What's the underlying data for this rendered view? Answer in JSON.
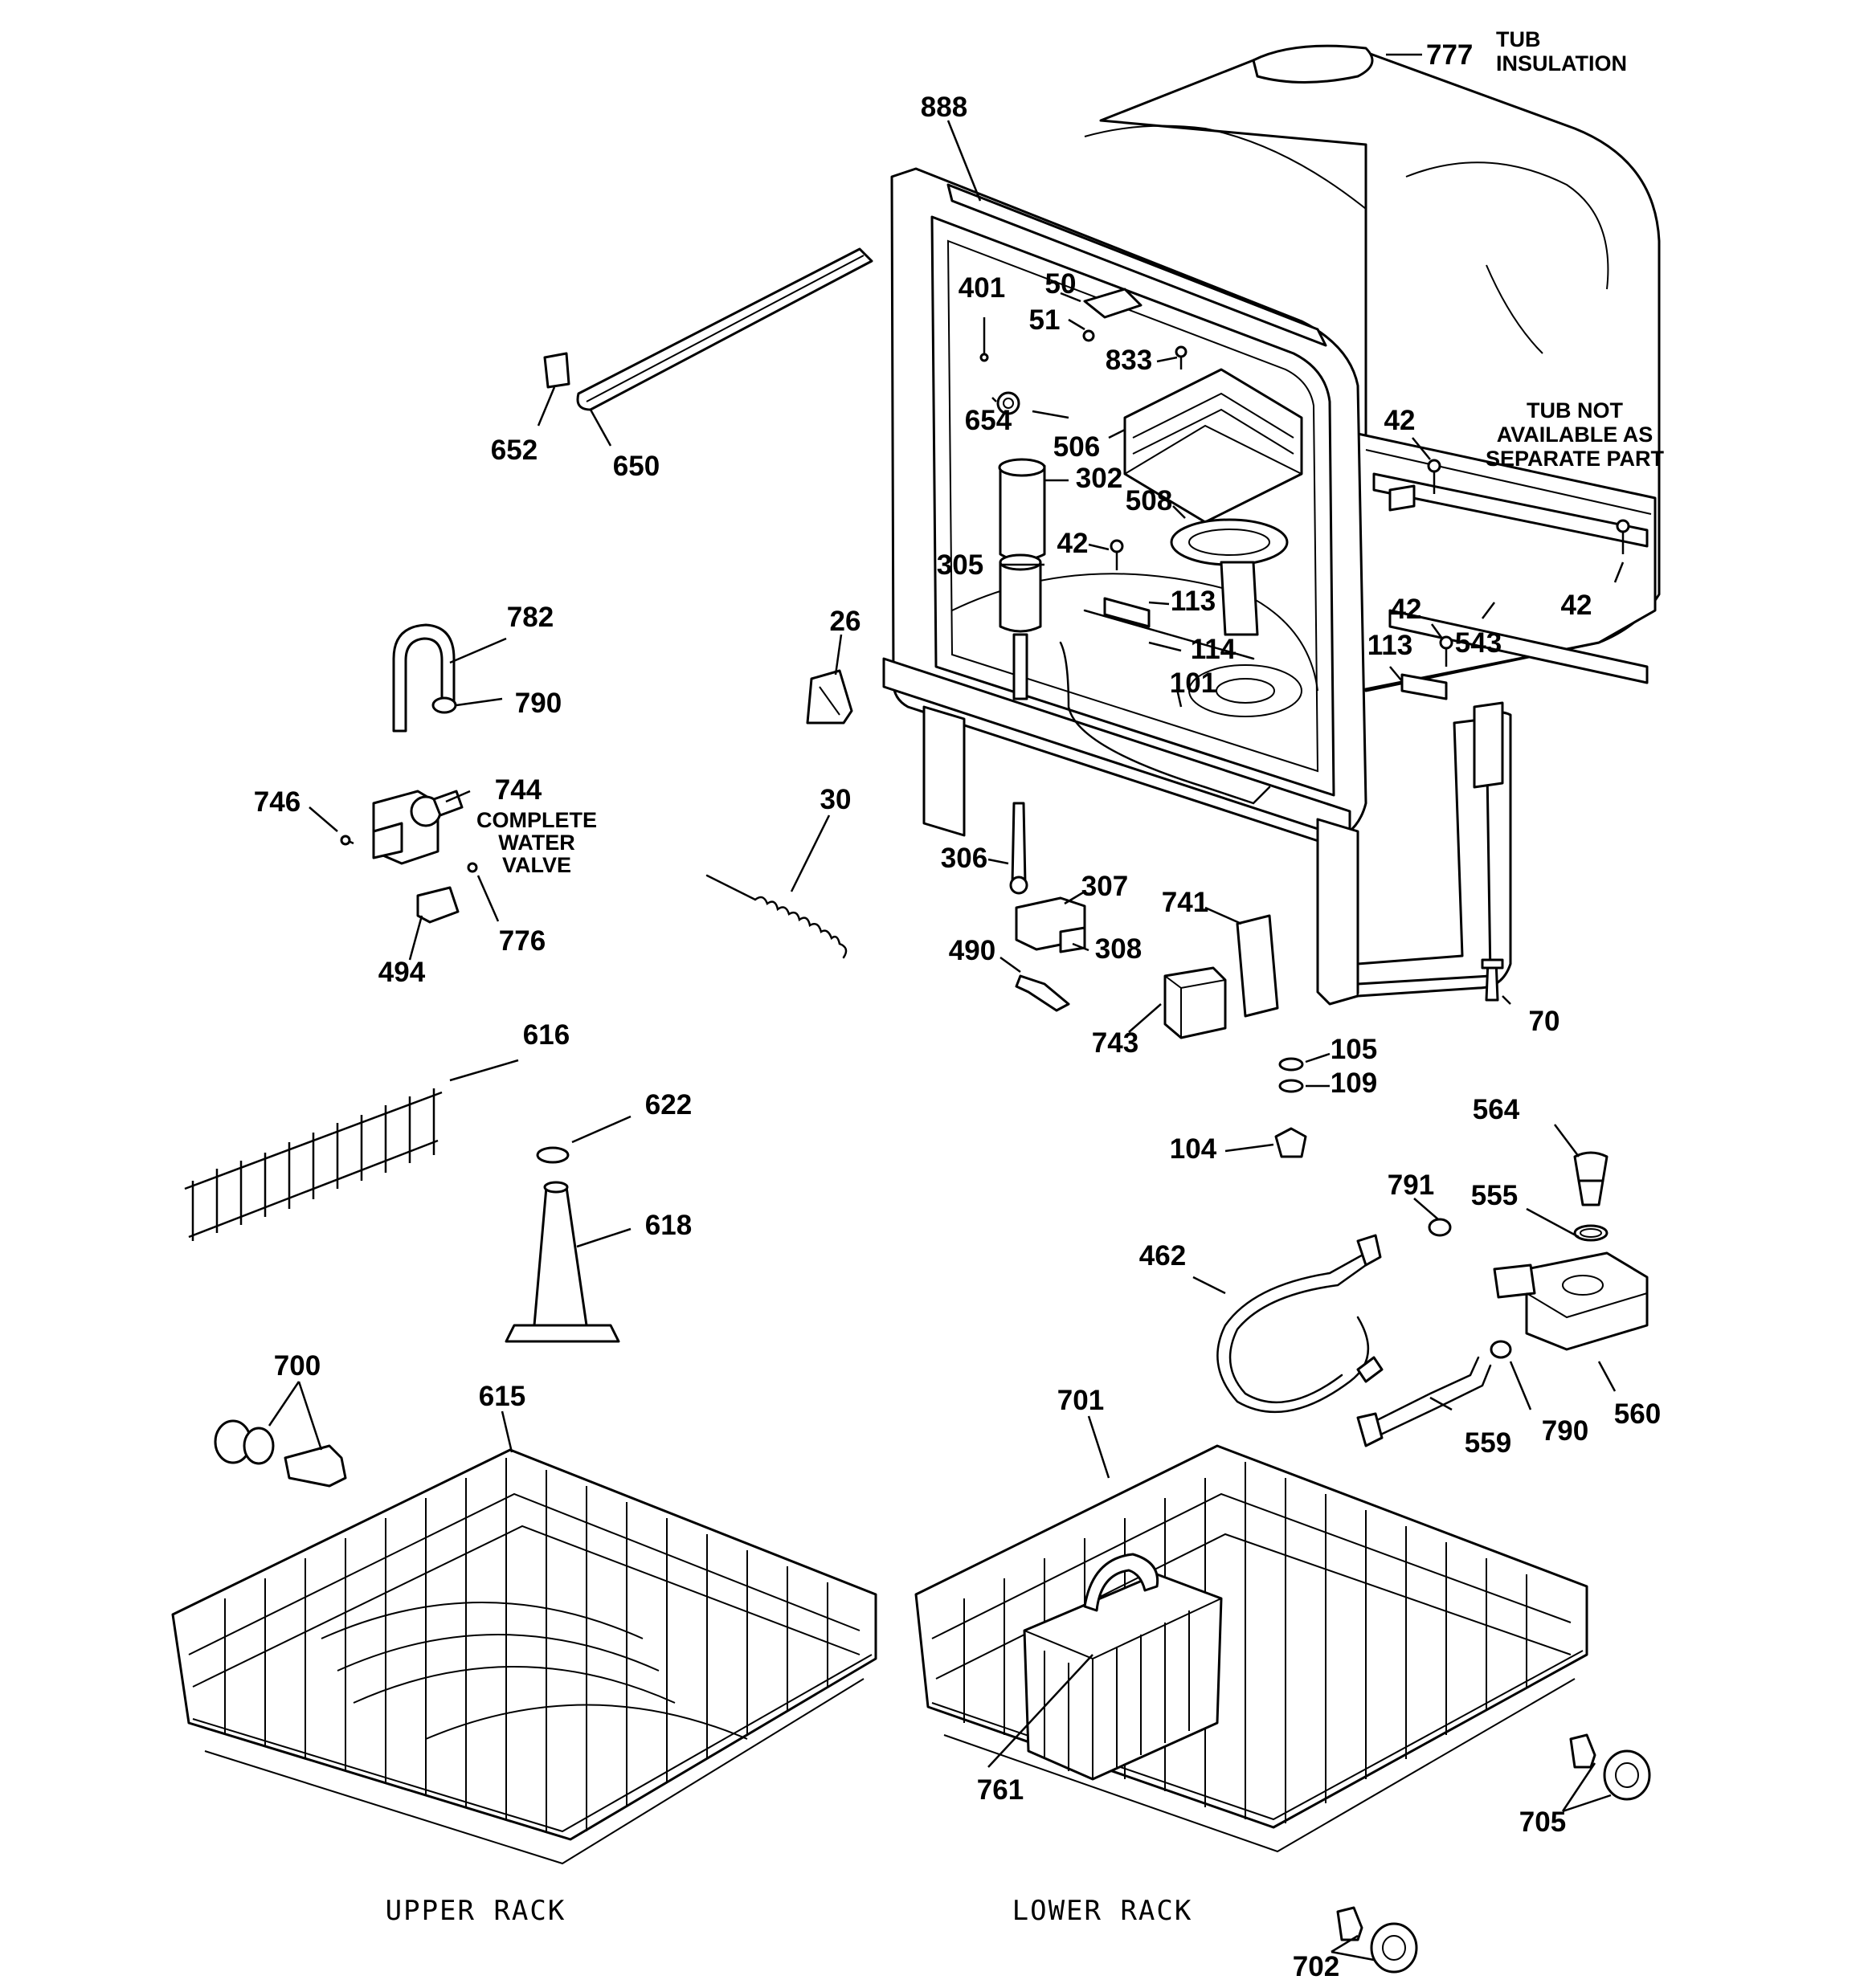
{
  "diagram": {
    "part_labels": [
      {
        "id": "p777",
        "text": "777"
      },
      {
        "id": "p888",
        "text": "888"
      },
      {
        "id": "p401",
        "text": "401"
      },
      {
        "id": "p50",
        "text": "50"
      },
      {
        "id": "p51",
        "text": "51"
      },
      {
        "id": "p833",
        "text": "833"
      },
      {
        "id": "p654",
        "text": "654"
      },
      {
        "id": "p506",
        "text": "506"
      },
      {
        "id": "p302",
        "text": "302"
      },
      {
        "id": "p508",
        "text": "508"
      },
      {
        "id": "p42a",
        "text": "42"
      },
      {
        "id": "p42b",
        "text": "42"
      },
      {
        "id": "p42c",
        "text": "42"
      },
      {
        "id": "p42d",
        "text": "42"
      },
      {
        "id": "p305",
        "text": "305"
      },
      {
        "id": "p113a",
        "text": "113"
      },
      {
        "id": "p113b",
        "text": "113"
      },
      {
        "id": "p114",
        "text": "114"
      },
      {
        "id": "p101",
        "text": "101"
      },
      {
        "id": "p543",
        "text": "543"
      },
      {
        "id": "p652",
        "text": "652"
      },
      {
        "id": "p650",
        "text": "650"
      },
      {
        "id": "p782",
        "text": "782"
      },
      {
        "id": "p790a",
        "text": "790"
      },
      {
        "id": "p26",
        "text": "26"
      },
      {
        "id": "p746",
        "text": "746"
      },
      {
        "id": "p744",
        "text": "744"
      },
      {
        "id": "p30",
        "text": "30"
      },
      {
        "id": "p306",
        "text": "306"
      },
      {
        "id": "p307",
        "text": "307"
      },
      {
        "id": "p741",
        "text": "741"
      },
      {
        "id": "p308",
        "text": "308"
      },
      {
        "id": "p490",
        "text": "490"
      },
      {
        "id": "p494",
        "text": "494"
      },
      {
        "id": "p776",
        "text": "776"
      },
      {
        "id": "p743",
        "text": "743"
      },
      {
        "id": "p70",
        "text": "70"
      },
      {
        "id": "p105",
        "text": "105"
      },
      {
        "id": "p109",
        "text": "109"
      },
      {
        "id": "p616",
        "text": "616"
      },
      {
        "id": "p622",
        "text": "622"
      },
      {
        "id": "p618",
        "text": "618"
      },
      {
        "id": "p104",
        "text": "104"
      },
      {
        "id": "p564",
        "text": "564"
      },
      {
        "id": "p791",
        "text": "791"
      },
      {
        "id": "p555",
        "text": "555"
      },
      {
        "id": "p462",
        "text": "462"
      },
      {
        "id": "p700",
        "text": "700"
      },
      {
        "id": "p615",
        "text": "615"
      },
      {
        "id": "p701",
        "text": "701"
      },
      {
        "id": "p559",
        "text": "559"
      },
      {
        "id": "p790b",
        "text": "790"
      },
      {
        "id": "p560",
        "text": "560"
      },
      {
        "id": "p761",
        "text": "761"
      },
      {
        "id": "p705",
        "text": "705"
      },
      {
        "id": "p702",
        "text": "702"
      }
    ],
    "notes": {
      "tub_insulation": [
        "TUB",
        "INSULATION"
      ],
      "tub_not_available": [
        "TUB NOT",
        "AVAILABLE AS",
        "SEPARATE PART"
      ],
      "complete_water_valve": [
        "COMPLETE",
        "WATER",
        "VALVE"
      ]
    },
    "captions": {
      "upper_rack": "UPPER RACK",
      "lower_rack": "LOWER RACK"
    }
  }
}
